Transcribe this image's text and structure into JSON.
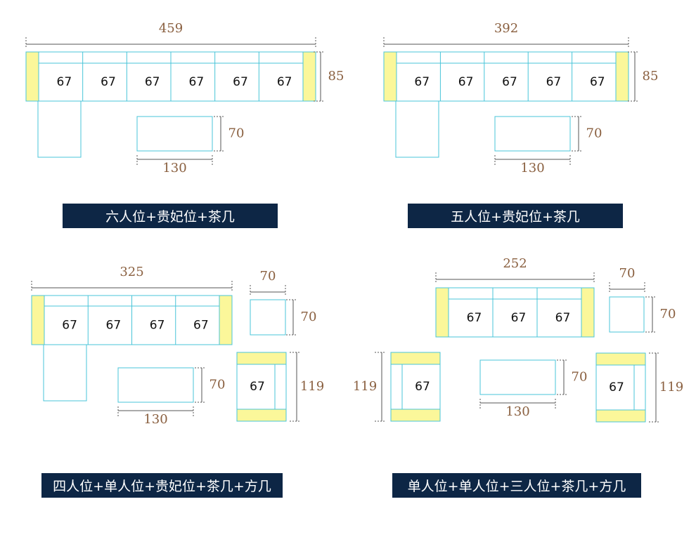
{
  "colors": {
    "outline": "#48c4d8",
    "armrest": "#fbf79a",
    "dimension_text": "#8a6040",
    "dimension_line": "#555555",
    "seat_text": "#111111",
    "label_bg": "#0d2645",
    "label_text": "#ffffff"
  },
  "configs": [
    {
      "title": "六人位+贵妃位+茶几",
      "sofa_width": "459",
      "sofa_depth": "85",
      "seats": [
        "67",
        "67",
        "67",
        "67",
        "67",
        "67"
      ],
      "table_depth": "70",
      "table_width": "130"
    },
    {
      "title": "五人位+贵妃位+茶几",
      "sofa_width": "392",
      "sofa_depth": "85",
      "seats": [
        "67",
        "67",
        "67",
        "67",
        "67"
      ],
      "table_depth": "70",
      "table_width": "130"
    },
    {
      "title": "四人位+单人位+贵妃位+茶几+方几",
      "sofa_width": "325",
      "seats": [
        "67",
        "67",
        "67",
        "67"
      ],
      "table_depth": "70",
      "table_width": "130",
      "square_width": "70",
      "square_depth": "70",
      "single_seat": "67",
      "single_depth": "119"
    },
    {
      "title": "单人位+单人位+三人位+茶几+方几",
      "sofa_width": "252",
      "seats": [
        "67",
        "67",
        "67"
      ],
      "table_depth": "70",
      "table_width": "130",
      "square_width": "70",
      "square_depth": "70",
      "left_single_seat": "67",
      "left_single_depth": "119",
      "right_single_seat": "67",
      "right_single_depth": "119"
    }
  ]
}
